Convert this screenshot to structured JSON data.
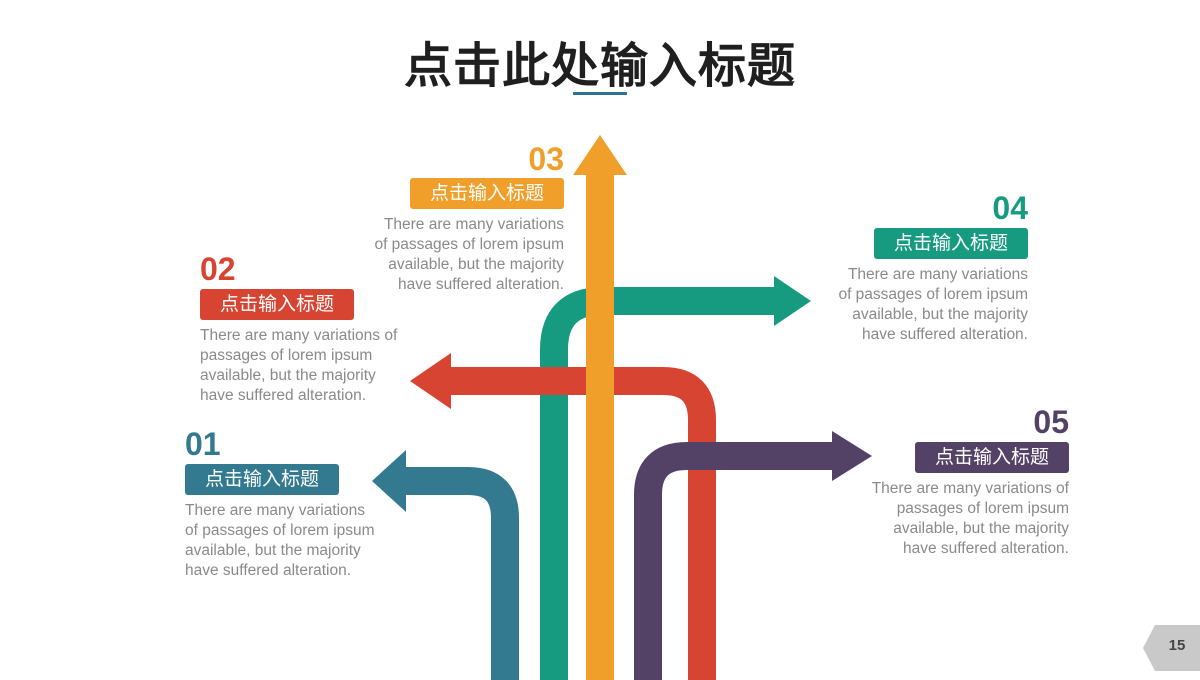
{
  "title": "点击此处输入标题",
  "colors": {
    "blue": "#337a91",
    "red": "#d84432",
    "orange": "#f0a02a",
    "teal": "#179b80",
    "purple": "#544266",
    "desc_text": "#8a8a8a"
  },
  "items": [
    {
      "number": "01",
      "label": "点击输入标题",
      "description": "There are many variations\nof passages of lorem ipsum\navailable, but the majority\nhave suffered alteration."
    },
    {
      "number": "02",
      "label": "点击输入标题",
      "description": "There are many variations of\npassages of lorem ipsum\navailable, but the majority\nhave suffered alteration."
    },
    {
      "number": "03",
      "label": "点击输入标题",
      "description": "There are many variations\nof passages of lorem ipsum\navailable, but the majority\nhave suffered alteration."
    },
    {
      "number": "04",
      "label": "点击输入标题",
      "description": "There are many variations\nof passages of lorem ipsum\navailable, but the majority\nhave suffered alteration."
    },
    {
      "number": "05",
      "label": "点击输入标题",
      "description": "There are many variations of\npassages of lorem ipsum\navailable, but the majority\nhave suffered alteration."
    }
  ],
  "page_number": "15"
}
